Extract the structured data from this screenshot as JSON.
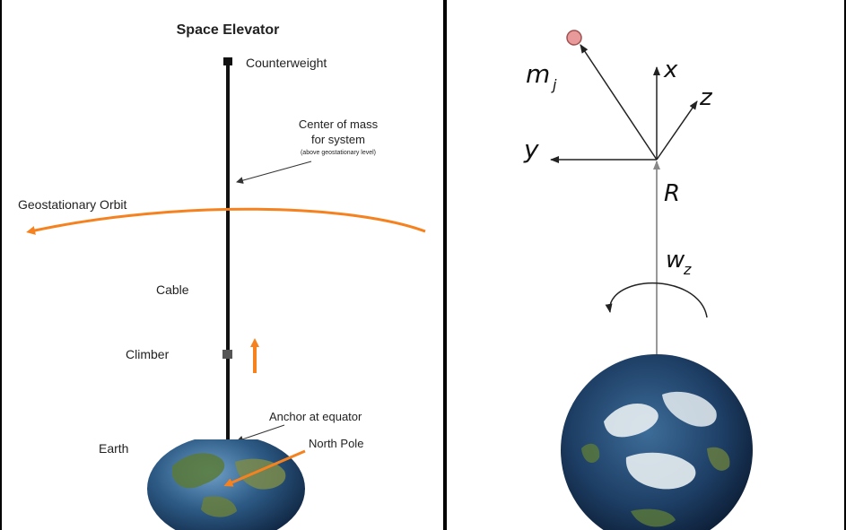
{
  "left": {
    "title": "Space Elevator",
    "counterweight": "Counterweight",
    "center_of_mass_line1": "Center of mass",
    "center_of_mass_line2": "for system",
    "center_of_mass_note": "(above geostationary level)",
    "geo_orbit": "Geostationary Orbit",
    "cable": "Cable",
    "climber": "Climber",
    "anchor": "Anchor at equator",
    "earth": "Earth",
    "north_pole": "North Pole"
  },
  "right": {
    "mass": "m",
    "mass_sub": "j",
    "axis_x": "x",
    "axis_y": "y",
    "axis_z": "z",
    "radius": "R",
    "omega": "w",
    "omega_sub": "z"
  },
  "colors": {
    "orange": "#f5821f",
    "ocean": "#1e3f66",
    "land": "#5b7a3a",
    "ice": "#e8eef2",
    "mass_fill": "#e89a9a"
  }
}
